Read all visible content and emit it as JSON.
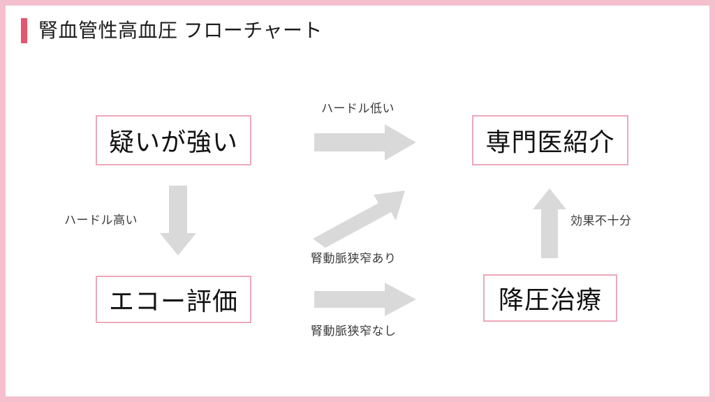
{
  "slide": {
    "title": "腎血管性高血圧 フローチャート",
    "accent_color": "#e4576f",
    "frame_color": "#f4c0ce",
    "node_border_color": "#eda8b9",
    "arrow_color": "#d9d9d9",
    "background_color": "#ffffff"
  },
  "nodes": [
    {
      "id": "suspicion",
      "label": "疑いが強い"
    },
    {
      "id": "echo",
      "label": "エコー評価"
    },
    {
      "id": "referral",
      "label": "専門医紹介"
    },
    {
      "id": "therapy",
      "label": "降圧治療"
    }
  ],
  "edges": [
    {
      "id": "suspicion-to-referral",
      "label": "ハードル低い",
      "from": "suspicion",
      "to": "referral",
      "direction": "right"
    },
    {
      "id": "suspicion-to-echo",
      "label": "ハードル高い",
      "from": "suspicion",
      "to": "echo",
      "direction": "down"
    },
    {
      "id": "echo-to-referral",
      "label": "腎動脈狭窄あり",
      "from": "echo",
      "to": "referral",
      "direction": "up-right"
    },
    {
      "id": "echo-to-therapy",
      "label": "腎動脈狭窄なし",
      "from": "echo",
      "to": "therapy",
      "direction": "right"
    },
    {
      "id": "therapy-to-referral",
      "label": "効果不十分",
      "from": "therapy",
      "to": "referral",
      "direction": "up"
    }
  ]
}
